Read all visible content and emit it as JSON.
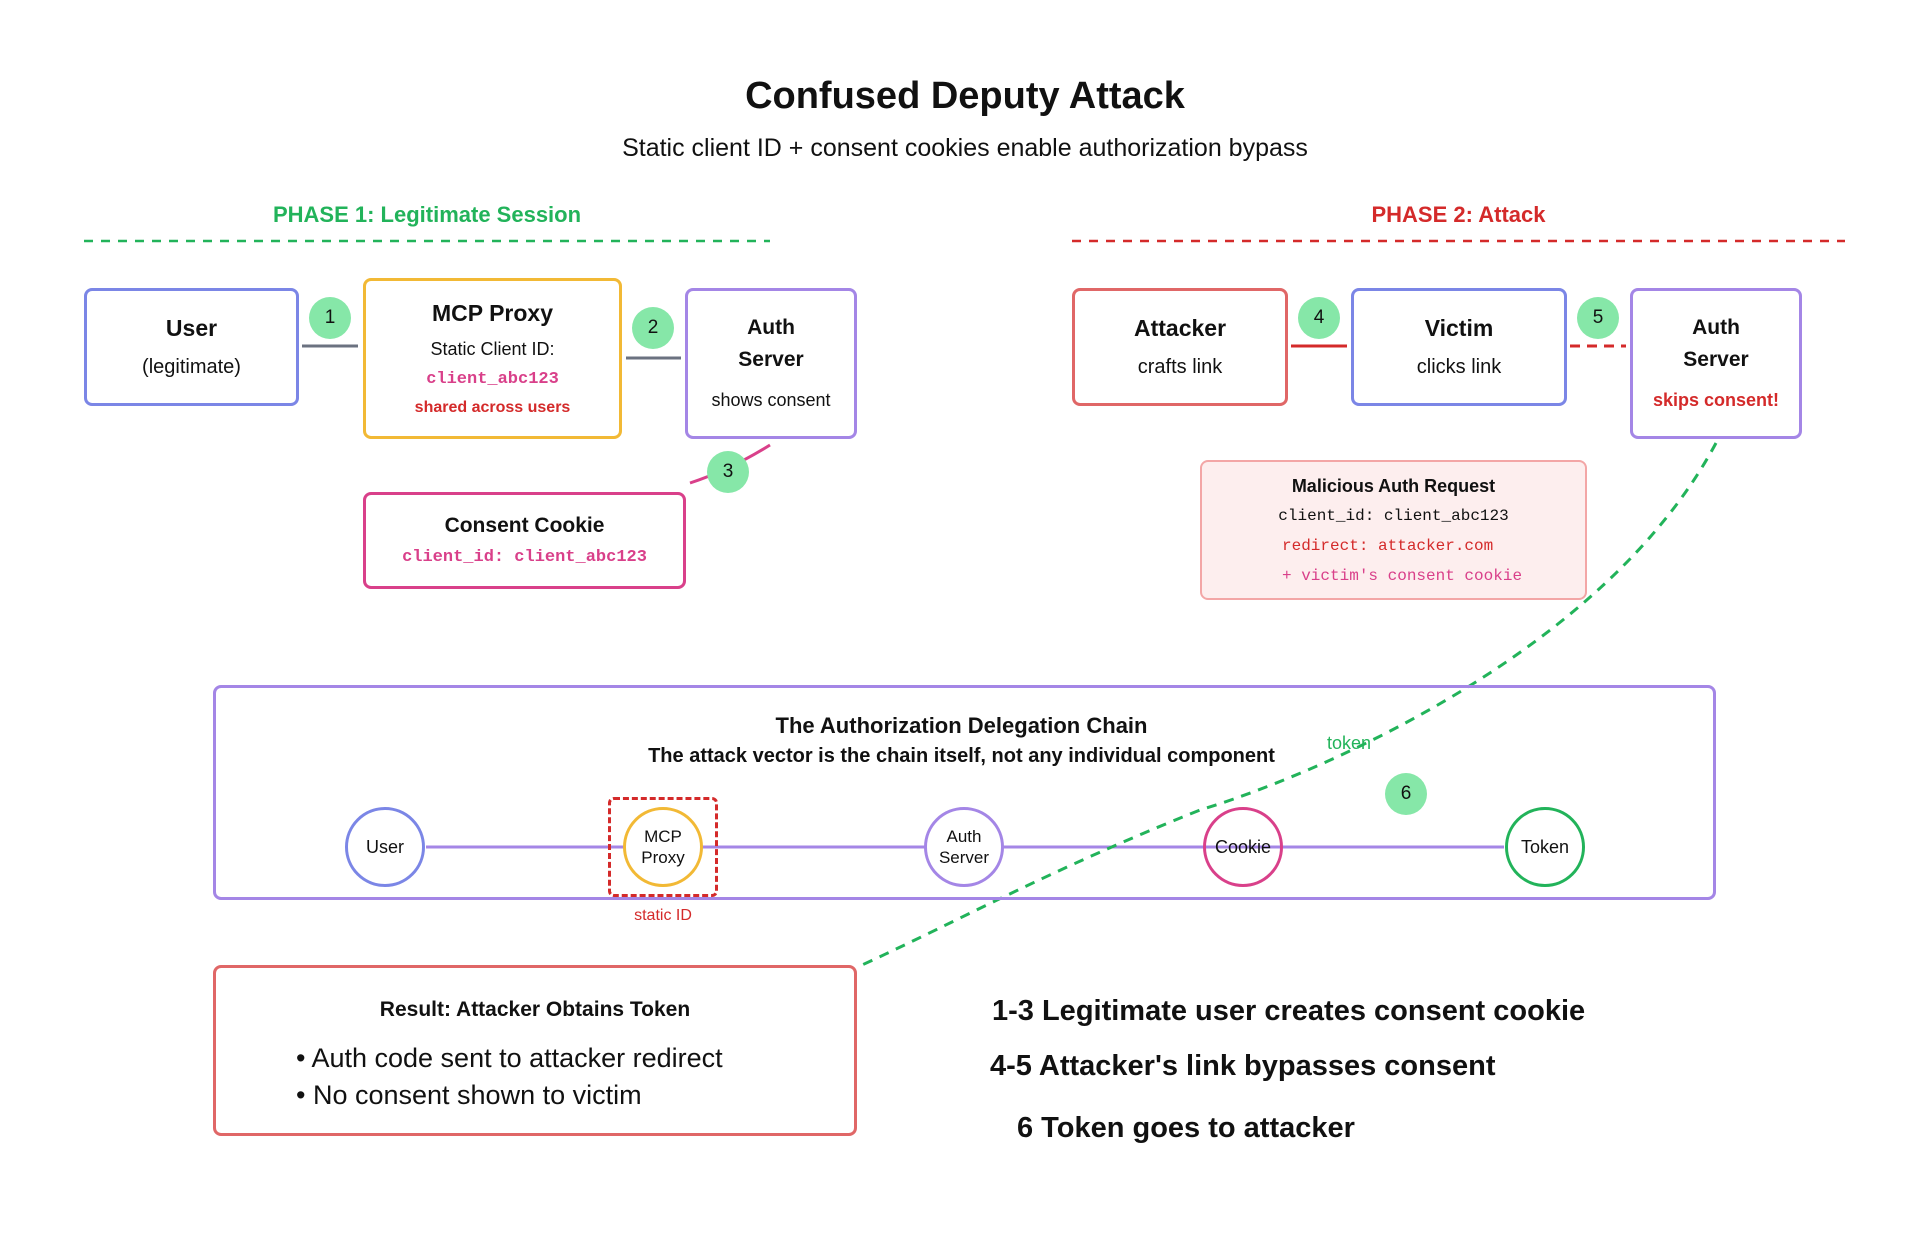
{
  "title": "Confused Deputy Attack",
  "subtitle": "Static client ID + consent cookies enable authorization bypass",
  "colors": {
    "green": "#22b35a",
    "red": "#d42a2a",
    "pink": "#d9408a",
    "blue": "#7b86e6",
    "purple": "#a486e6",
    "yellow": "#f2b935",
    "badge": "#86e7a8"
  },
  "phase1": {
    "label": "PHASE 1: Legitimate Session",
    "user": {
      "title": "User",
      "sub": "(legitimate)"
    },
    "proxy": {
      "title": "MCP Proxy",
      "line1": "Static Client ID:",
      "client_id": "client_abc123",
      "warning": "shared across users"
    },
    "auth": {
      "title1": "Auth",
      "title2": "Server",
      "sub": "shows consent"
    },
    "cookie": {
      "title": "Consent Cookie",
      "value": "client_id: client_abc123"
    },
    "steps": [
      "1",
      "2",
      "3"
    ]
  },
  "phase2": {
    "label": "PHASE 2: Attack",
    "attacker": {
      "title": "Attacker",
      "sub": "crafts link"
    },
    "victim": {
      "title": "Victim",
      "sub": "clicks link"
    },
    "auth": {
      "title1": "Auth",
      "title2": "Server",
      "sub": "skips consent!"
    },
    "request": {
      "title": "Malicious Auth Request",
      "client_id": "client_id: client_abc123",
      "redirect": "redirect: attacker.com",
      "cookie": "+ victim's consent cookie"
    },
    "steps": [
      "4",
      "5"
    ]
  },
  "chain": {
    "title": "The Authorization Delegation Chain",
    "subtitle": "The attack vector is the chain itself, not any individual component",
    "nodes": [
      {
        "line1": "User",
        "line2": ""
      },
      {
        "line1": "MCP",
        "line2": "Proxy"
      },
      {
        "line1": "Auth",
        "line2": "Server"
      },
      {
        "line1": "Cookie",
        "line2": ""
      },
      {
        "line1": "Token",
        "line2": ""
      }
    ],
    "static_id_label": "static ID",
    "token_label": "token",
    "step": "6"
  },
  "result": {
    "title": "Result: Attacker Obtains Token",
    "bullets": [
      "• Auth code sent to attacker redirect",
      "• No consent shown to victim"
    ]
  },
  "legend": [
    "1-3 Legitimate user creates consent cookie",
    "4-5 Attacker's link bypasses consent",
    "6 Token goes to attacker"
  ]
}
